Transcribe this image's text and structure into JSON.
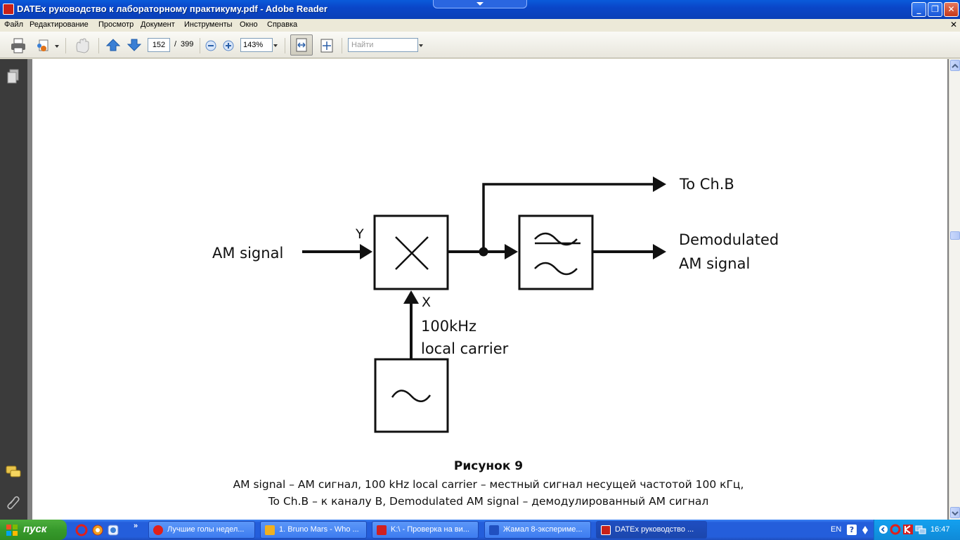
{
  "window": {
    "title": "DATEx руководство к лабораторному практикуму.pdf - Adobe Reader",
    "min_glyph": "_",
    "max_glyph": "❐",
    "close_glyph": "✕"
  },
  "menu": [
    "Файл",
    "Редактирование",
    "Просмотр",
    "Документ",
    "Инструменты",
    "Окно",
    "Справка"
  ],
  "toolbar": {
    "page_current": "152",
    "page_separator": "/",
    "page_total": "399",
    "zoom": "143%",
    "find_placeholder": "Найти"
  },
  "diagram": {
    "input_label": "AM signal",
    "y_label": "Y",
    "x_label": "X",
    "to_chb": "To Ch.B",
    "out_line1": "Demodulated",
    "out_line2": "AM signal",
    "carrier_line1": "100kHz",
    "carrier_line2": "local carrier"
  },
  "caption": {
    "title": "Рисунок 9",
    "line1": "AM signal – АМ сигнал, 100 kHz local carrier – местный сигнал несущей частотой 100 кГц,",
    "line2": "To Ch.B – к каналу B, Demodulated AM signal – демодулированный АМ сигнал"
  },
  "taskbar": {
    "start": "пуск",
    "quick_more": "»",
    "tasks": [
      {
        "label": "Лучшие голы недел...",
        "color": "#e0201a"
      },
      {
        "label": "1. Bruno Mars - Who ...",
        "color": "#f0b020"
      },
      {
        "label": "K:\\ - Проверка на ви...",
        "color": "#d02020"
      },
      {
        "label": "Жамал 8-экспериме...",
        "color": "#2050c0"
      },
      {
        "label": "DATEx руководство ...",
        "color": "#c8221a"
      }
    ],
    "lang": "EN",
    "help_glyph": "?",
    "clock": "16:47"
  }
}
